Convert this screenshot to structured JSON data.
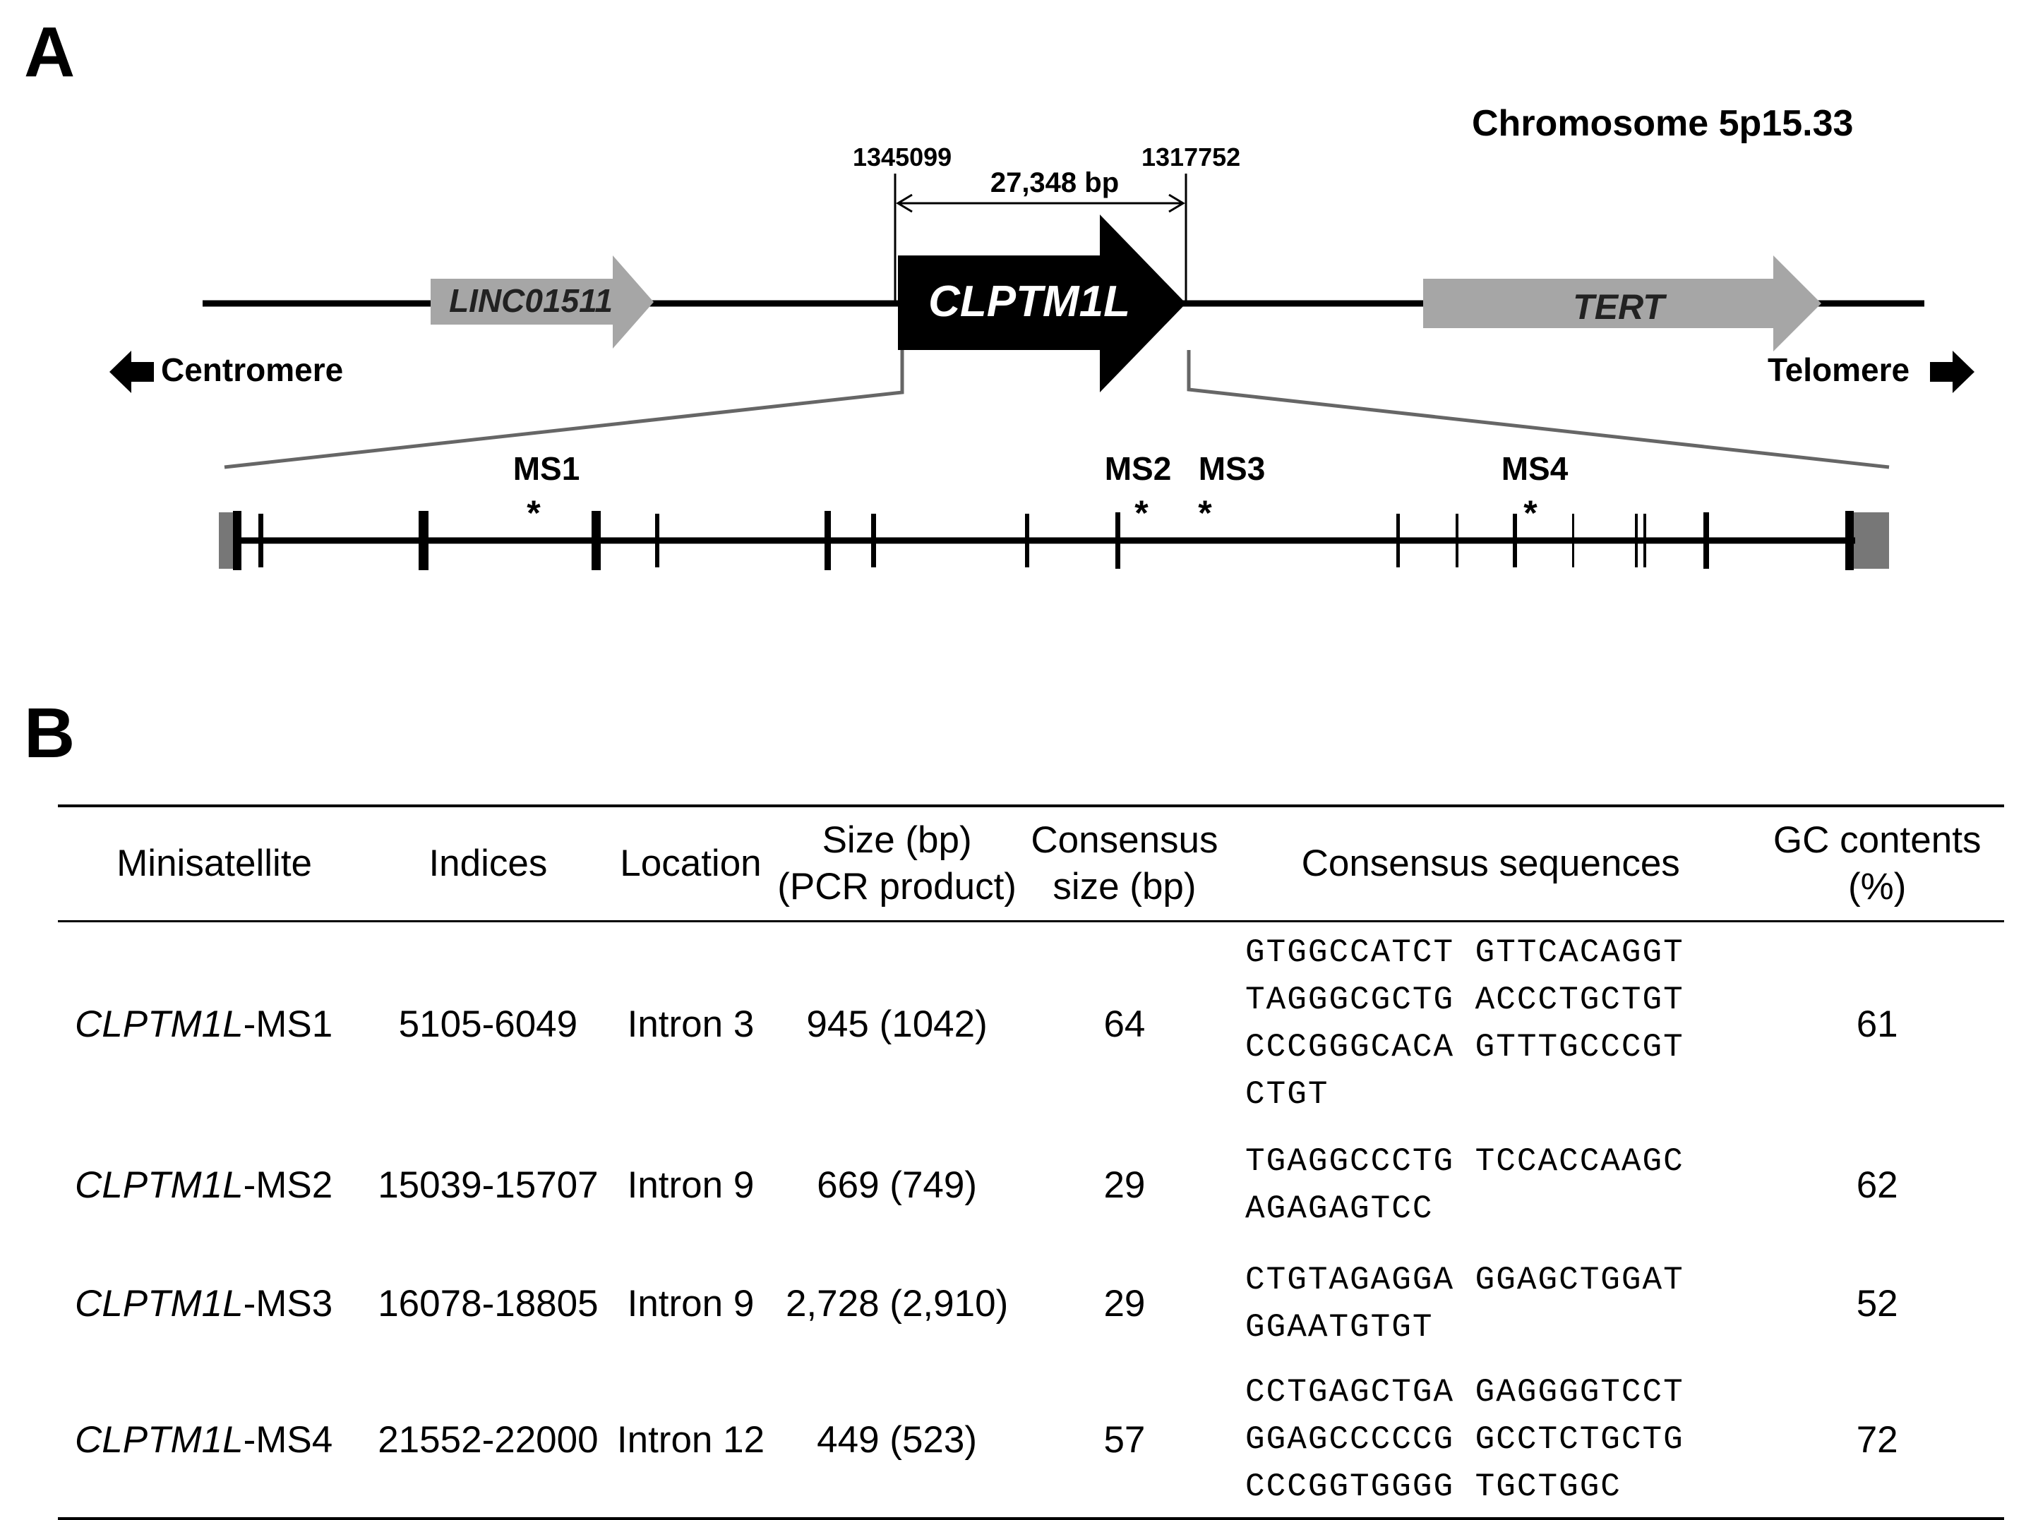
{
  "panel_a": {
    "label": "A",
    "chromosome": "Chromosome 5p15.33",
    "coord_left": "1345099",
    "coord_right": "1317752",
    "span": "27,348 bp",
    "genes": [
      "LINC01511",
      "CLPTM1L",
      "TERT"
    ],
    "centromere": "Centromere",
    "telomere": "Telomere",
    "minisatellites": [
      "MS1",
      "MS2",
      "MS3",
      "MS4"
    ],
    "asterisk": "*"
  },
  "panel_b": {
    "label": "B",
    "headers": {
      "minisatellite": "Minisatellite",
      "indices": "Indices",
      "location": "Location",
      "size_1": "Size (bp)",
      "size_2": "(PCR product)",
      "consensus_size_1": "Consensus",
      "consensus_size_2": "size (bp)",
      "consensus_seq": "Consensus sequences",
      "gc_1": "GC contents",
      "gc_2": "(%)"
    },
    "rows": [
      {
        "gene": "CLPTM1L",
        "suffix": "-MS1",
        "indices": "5105-6049",
        "location": "Intron 3",
        "size": "945 (1042)",
        "consensus_size": "64",
        "seq": [
          "GTGGCCATCT GTTCACAGGT",
          "TAGGGCGCTG ACCCTGCTGT",
          "CCCGGGCACA GTTTGCCCGT",
          "CTGT"
        ],
        "gc": "61"
      },
      {
        "gene": "CLPTM1L",
        "suffix": "-MS2",
        "indices": "15039-15707",
        "location": "Intron 9",
        "size": "669 (749)",
        "consensus_size": "29",
        "seq": [
          "TGAGGCCCTG TCCACCAAGC",
          "AGAGAGTCC"
        ],
        "gc": "62"
      },
      {
        "gene": "CLPTM1L",
        "suffix": "-MS3",
        "indices": "16078-18805",
        "location": "Intron 9",
        "size": "2,728 (2,910)",
        "consensus_size": "29",
        "seq": [
          "CTGTAGAGGA GGAGCTGGAT",
          "GGAATGTGT"
        ],
        "gc": "52"
      },
      {
        "gene": "CLPTM1L",
        "suffix": "-MS4",
        "indices": "21552-22000",
        "location": "Intron 12",
        "size": "449 (523)",
        "consensus_size": "57",
        "seq": [
          "CCTGAGCTGA GAGGGGTCCT",
          "GGAGCCCCCG GCCTCTGCTG",
          "CCCGGTGGGG TGCTGGC"
        ],
        "gc": "72"
      }
    ]
  }
}
